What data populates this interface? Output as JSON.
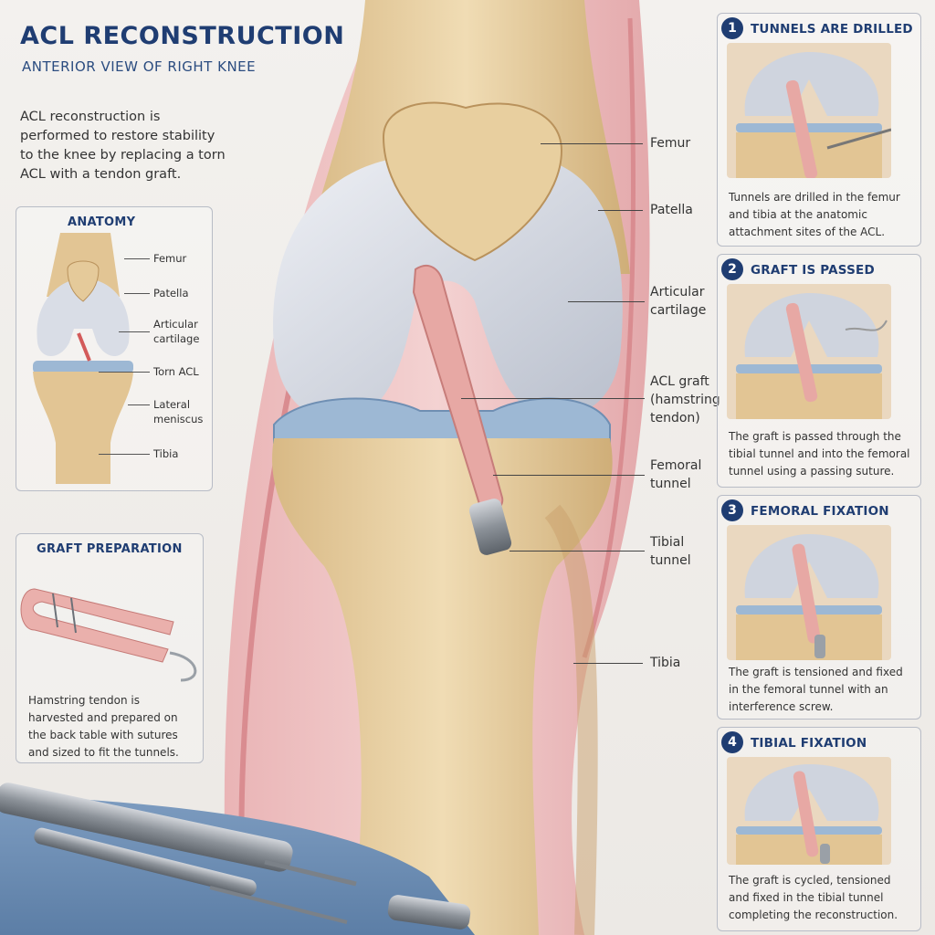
{
  "header": {
    "title": "ACL RECONSTRUCTION",
    "subtitle": "ANTERIOR VIEW OF RIGHT KNEE",
    "intro": "ACL reconstruction is performed to restore stability to the knee by replacing a torn ACL with a tendon graft."
  },
  "anatomy": {
    "title": "ANATOMY",
    "labels": [
      "Femur",
      "Patella",
      "Articular cartilage",
      "Torn ACL",
      "Lateral meniscus",
      "Tibia"
    ]
  },
  "graft_prep": {
    "title": "GRAFT PREPARATION",
    "text": "Hamstring tendon is harvested and prepared on the back table with sutures and sized to fit the tunnels."
  },
  "main_labels": [
    "Femur",
    "Patella",
    "Articular cartilage",
    "ACL graft (hamstring tendon)",
    "Femoral tunnel",
    "Tibial tunnel",
    "Tibia"
  ],
  "steps": [
    {
      "number": "1",
      "title": "TUNNELS ARE DRILLED",
      "text": "Tunnels are drilled in the femur and tibia at the anatomic attachment sites of the ACL."
    },
    {
      "number": "2",
      "title": "GRAFT IS PASSED",
      "text": "The graft is passed through the tibial tunnel and into the femoral tunnel using a passing suture."
    },
    {
      "number": "3",
      "title": "FEMORAL FIXATION",
      "text": "The graft is tensioned and fixed in the femoral tunnel with an interference screw."
    },
    {
      "number": "4",
      "title": "TIBIAL FIXATION",
      "text": "The graft is cycled, tensioned and fixed in the tibial tunnel completing the reconstruction."
    }
  ],
  "colors": {
    "accent": "#1f3d72",
    "bone": "#e3c99a",
    "cartilage": "#d9dde6",
    "meniscus": "#8fb0cf",
    "tendon": "#e8a7a3",
    "drape": "#6f8fb3"
  }
}
